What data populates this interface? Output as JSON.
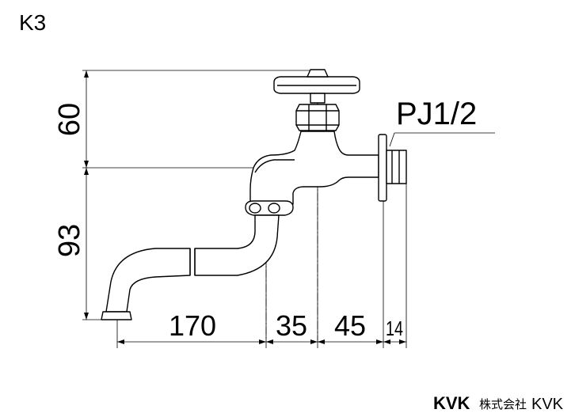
{
  "model_code": "K3",
  "thread_label": "PJ1/2",
  "dimensions": {
    "vertical": {
      "upper": "60",
      "lower": "93"
    },
    "horizontal": {
      "a": "170",
      "b": "35",
      "c": "45",
      "d": "14"
    }
  },
  "brand": {
    "logo": "KVK",
    "company_prefix": "株式会社",
    "company_name": "KVK"
  }
}
